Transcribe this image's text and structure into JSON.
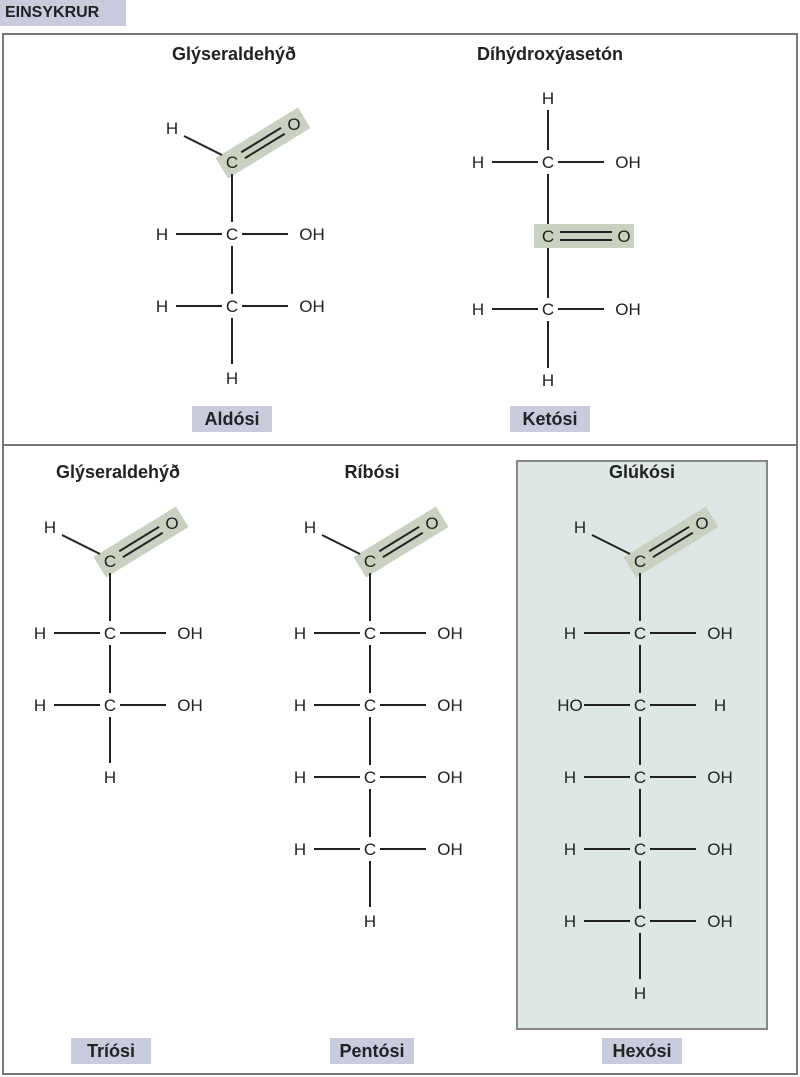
{
  "header": {
    "tag": "EINSYKRUR"
  },
  "top": {
    "left": {
      "title": "Glýseraldehýð",
      "label": "Aldósi"
    },
    "right": {
      "title": "Díhýdroxýasetón",
      "label": "Ketósi"
    }
  },
  "bottom": {
    "left": {
      "title": "Glýseraldehýð",
      "label": "Tríósi"
    },
    "middle": {
      "title": "Ríbósi",
      "label": "Pentósi"
    },
    "right": {
      "title": "Glúkósi",
      "label": "Hexósi"
    }
  },
  "atoms": {
    "carbon": "C",
    "oxygen": "O",
    "hydrogen": "H",
    "hydroxyl": "OH",
    "hydroxyl_left": "HO"
  },
  "colors": {
    "label_bg": "#c8ccdc",
    "highlight": "#c9d1c0",
    "hexose_box": "#dde8e6"
  }
}
